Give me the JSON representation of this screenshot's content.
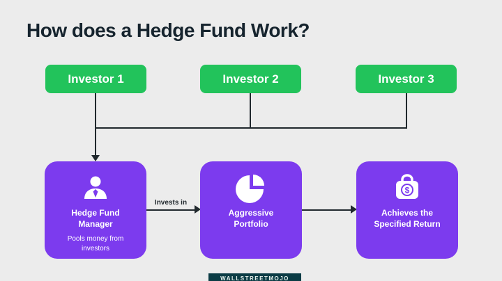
{
  "title": "How does a Hedge Fund Work?",
  "investors": [
    {
      "label": "Investor 1"
    },
    {
      "label": "Investor 2"
    },
    {
      "label": "Investor 3"
    }
  ],
  "connector_label": "Invests in",
  "flow": [
    {
      "title": "Hedge Fund Manager",
      "subtitle": "Pools money from investors",
      "icon": "fund-manager-icon"
    },
    {
      "title": "Aggressive Portfolio",
      "icon": "pie-chart-icon"
    },
    {
      "title": "Achieves the Specified Return",
      "icon": "money-bag-icon"
    }
  ],
  "footer": {
    "brand": "WALLSTREETMOJO"
  },
  "colors": {
    "background": "#ececec",
    "green": "#22c35b",
    "purple": "#7c3bee",
    "line": "#20282d",
    "text_dark": "#16242e",
    "footer_bg": "#0b3c45"
  }
}
